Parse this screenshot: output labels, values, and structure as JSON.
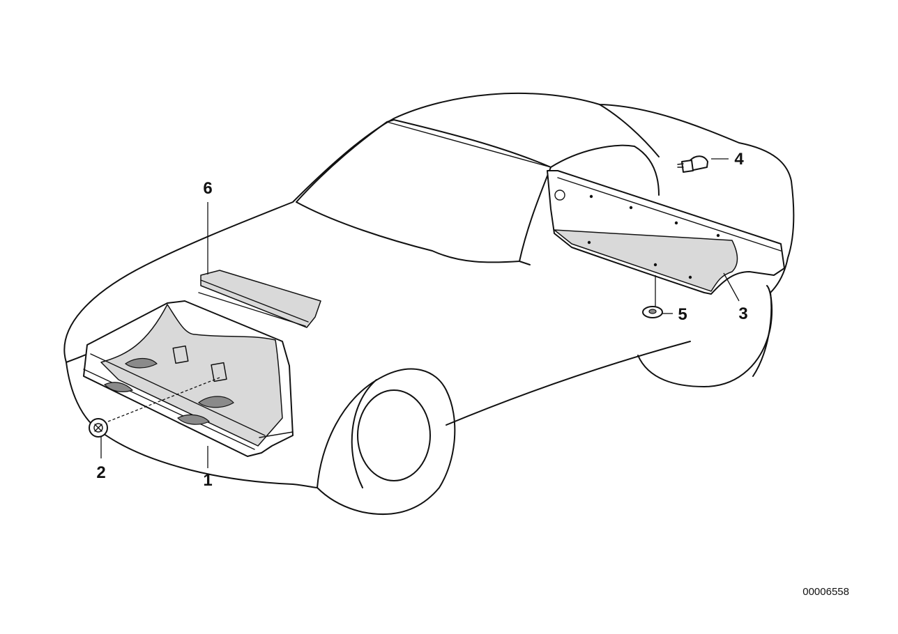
{
  "callouts": {
    "c1": "1",
    "c2": "2",
    "c3": "3",
    "c4": "4",
    "c5": "5",
    "c6": "6"
  },
  "reference_number": "00006558",
  "colors": {
    "line": "#111111",
    "background": "#ffffff",
    "part_shade": "#d9d9d9"
  }
}
